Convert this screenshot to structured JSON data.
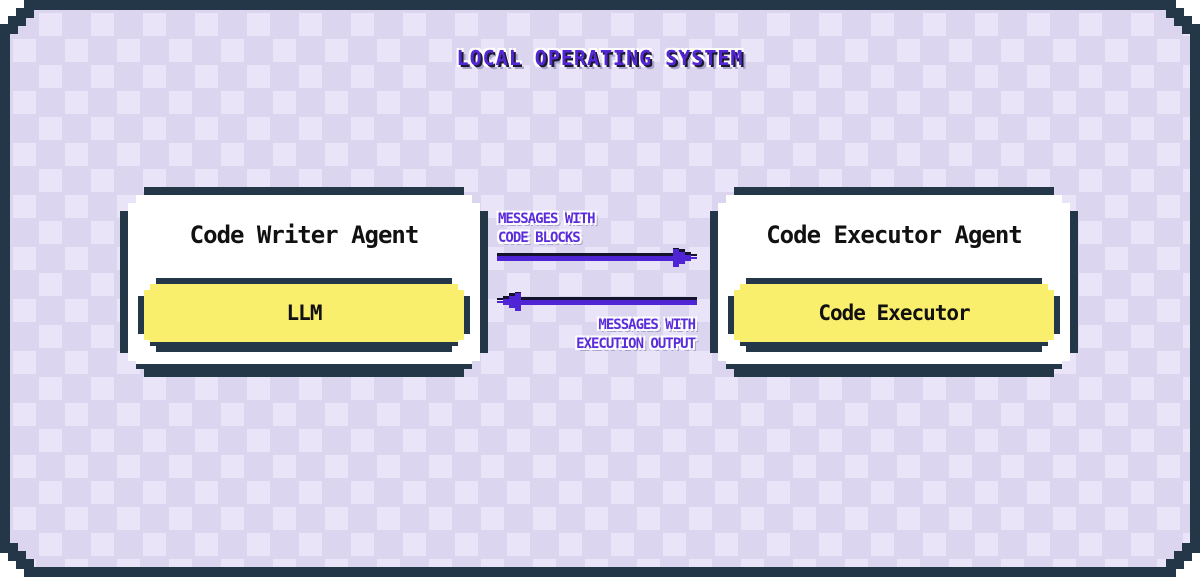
{
  "system": {
    "title": "LOCAL OPERATING SYSTEM"
  },
  "agents": {
    "writer": {
      "title": "Code Writer Agent",
      "component": "LLM"
    },
    "executor": {
      "title": "Code Executor Agent",
      "component": "Code Executor"
    }
  },
  "messages": {
    "to_executor": {
      "direction": "right",
      "line1": "MESSAGES WITH",
      "line2": "CODE BLOCKS"
    },
    "to_writer": {
      "direction": "left",
      "line1": "MESSAGES WITH",
      "line2": "EXECUTION OUTPUT"
    }
  },
  "colors": {
    "frame_border": "#243748",
    "background_base": "#dbd5f0",
    "background_check": "#e9e4f8",
    "accent_purple": "#5526d6",
    "chip_yellow": "#f9ef6c",
    "arrow_purple": "#4f24d4",
    "arrow_dark": "#13132b",
    "box_fill": "#ffffff",
    "text_black": "#111111"
  }
}
